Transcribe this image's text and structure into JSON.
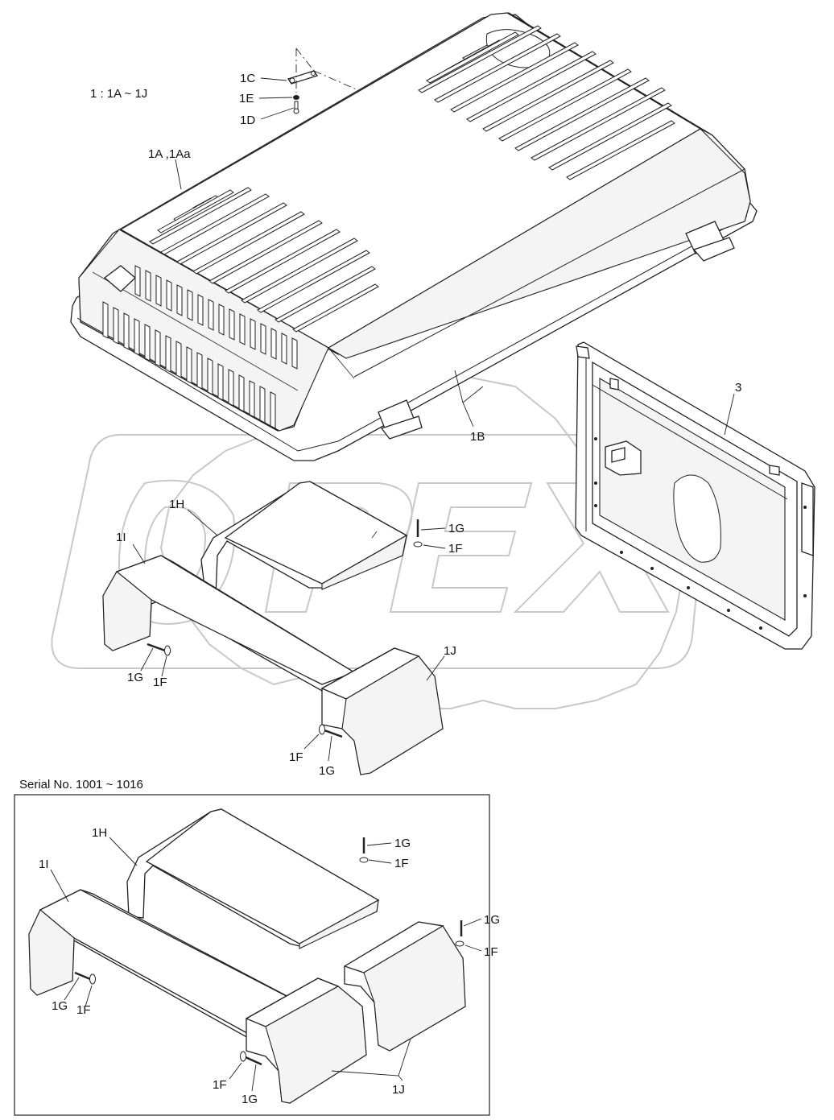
{
  "watermark": {
    "text": "OPEX"
  },
  "header": {
    "scope": "1 : 1A ~ 1J"
  },
  "callouts": {
    "c1C": "1C",
    "c1E": "1E",
    "c1D": "1D",
    "c1A": "1A ,1Aa",
    "c1B": "1B",
    "c3": "3",
    "c1H": "1H",
    "c1I": "1I",
    "c1G_a": "1G",
    "c1F_a": "1F",
    "c1G_b": "1G",
    "c1F_b": "1F",
    "c1J": "1J",
    "c1F_c": "1F",
    "c1G_c": "1G"
  },
  "inset": {
    "title": "Serial No. 1001 ~ 1016",
    "callouts": {
      "c1H": "1H",
      "c1I": "1I",
      "c1G_a": "1G",
      "c1F_a": "1F",
      "c1G_b": "1G",
      "c1F_b": "1F",
      "c1G_c": "1G",
      "c1F_c": "1F",
      "c1F_d": "1F",
      "c1G_d": "1G",
      "c1J": "1J"
    }
  },
  "icons": [
    "gear-watermark-icon"
  ]
}
